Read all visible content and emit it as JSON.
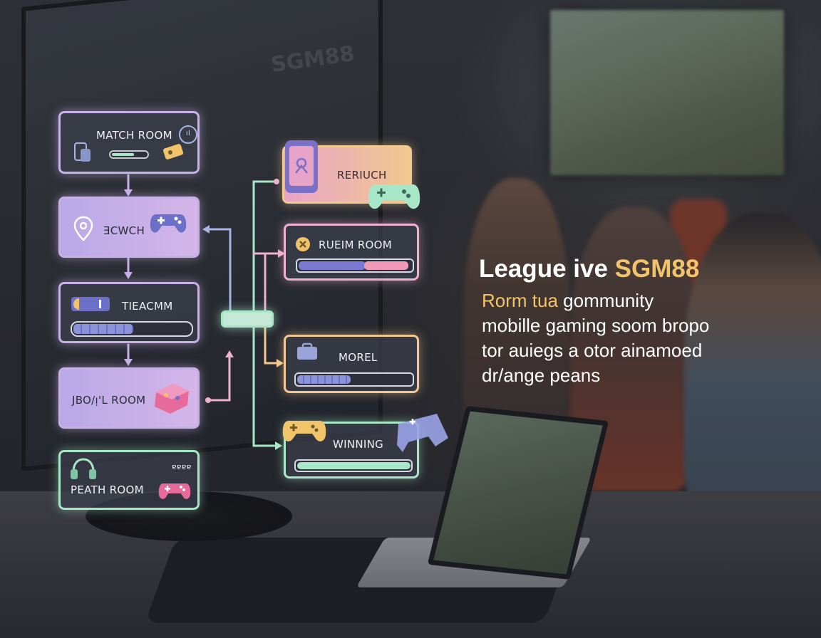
{
  "monitor_brand": "SGM88",
  "hero": {
    "title_prefix": "League ive ",
    "title_brand": "SGM88",
    "line1_accent": "Rorm tua",
    "line1_rest": " gommunity",
    "line2": "mobille gaming soom bropo",
    "line3": "tor auiegs a otor ainamoed",
    "line4": "dr/ange peans"
  },
  "left_cards": [
    {
      "label": "MATCH ROOM",
      "badge": "ıl"
    },
    {
      "label": "ƎCWCH"
    },
    {
      "label": "TIEACMM",
      "progress": 0.5
    },
    {
      "label": "JBO/ᴉ'L ROOM"
    },
    {
      "label": "PEATH ROOM",
      "badge": "ɐɐɐɐ"
    }
  ],
  "right_cards": [
    {
      "label": "RERIUCH"
    },
    {
      "label": "RUEIM ROOM",
      "progress": 0.58
    },
    {
      "label": "MOREL",
      "progress": 0.46
    },
    {
      "label": "WINNING",
      "progress": 0.98
    }
  ],
  "colors": {
    "lilac": "#c6b0e6",
    "mint": "#a8e6c8",
    "peach": "#f2c890",
    "pink": "#f0b0d0",
    "brand_gold": "#f2c46a"
  }
}
